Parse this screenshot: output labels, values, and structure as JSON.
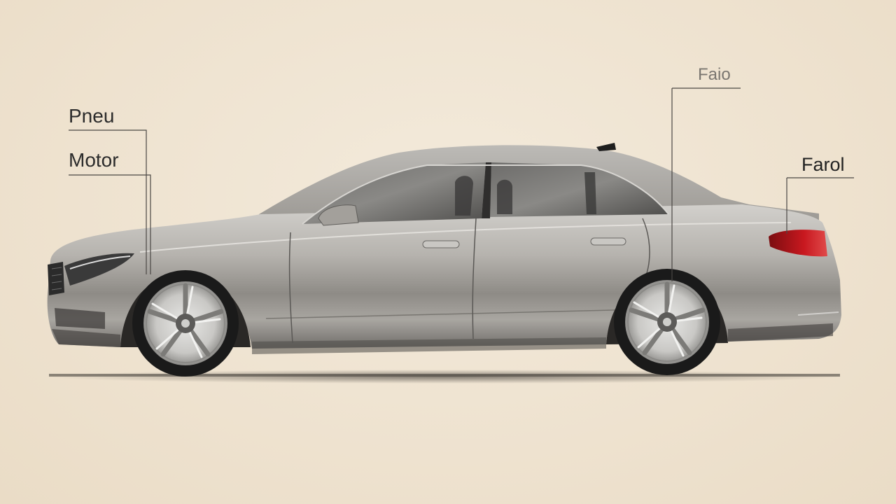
{
  "callouts": {
    "pneu": "Pneu",
    "motor": "Motor",
    "faio": "Faio",
    "farol": "Farol"
  },
  "colors": {
    "background": "#efe4d2",
    "body_paint": "#a7a49f",
    "callout_line": "#4a4744",
    "tail_light": "#b3141b"
  },
  "icons": [
    "car-side-view"
  ]
}
